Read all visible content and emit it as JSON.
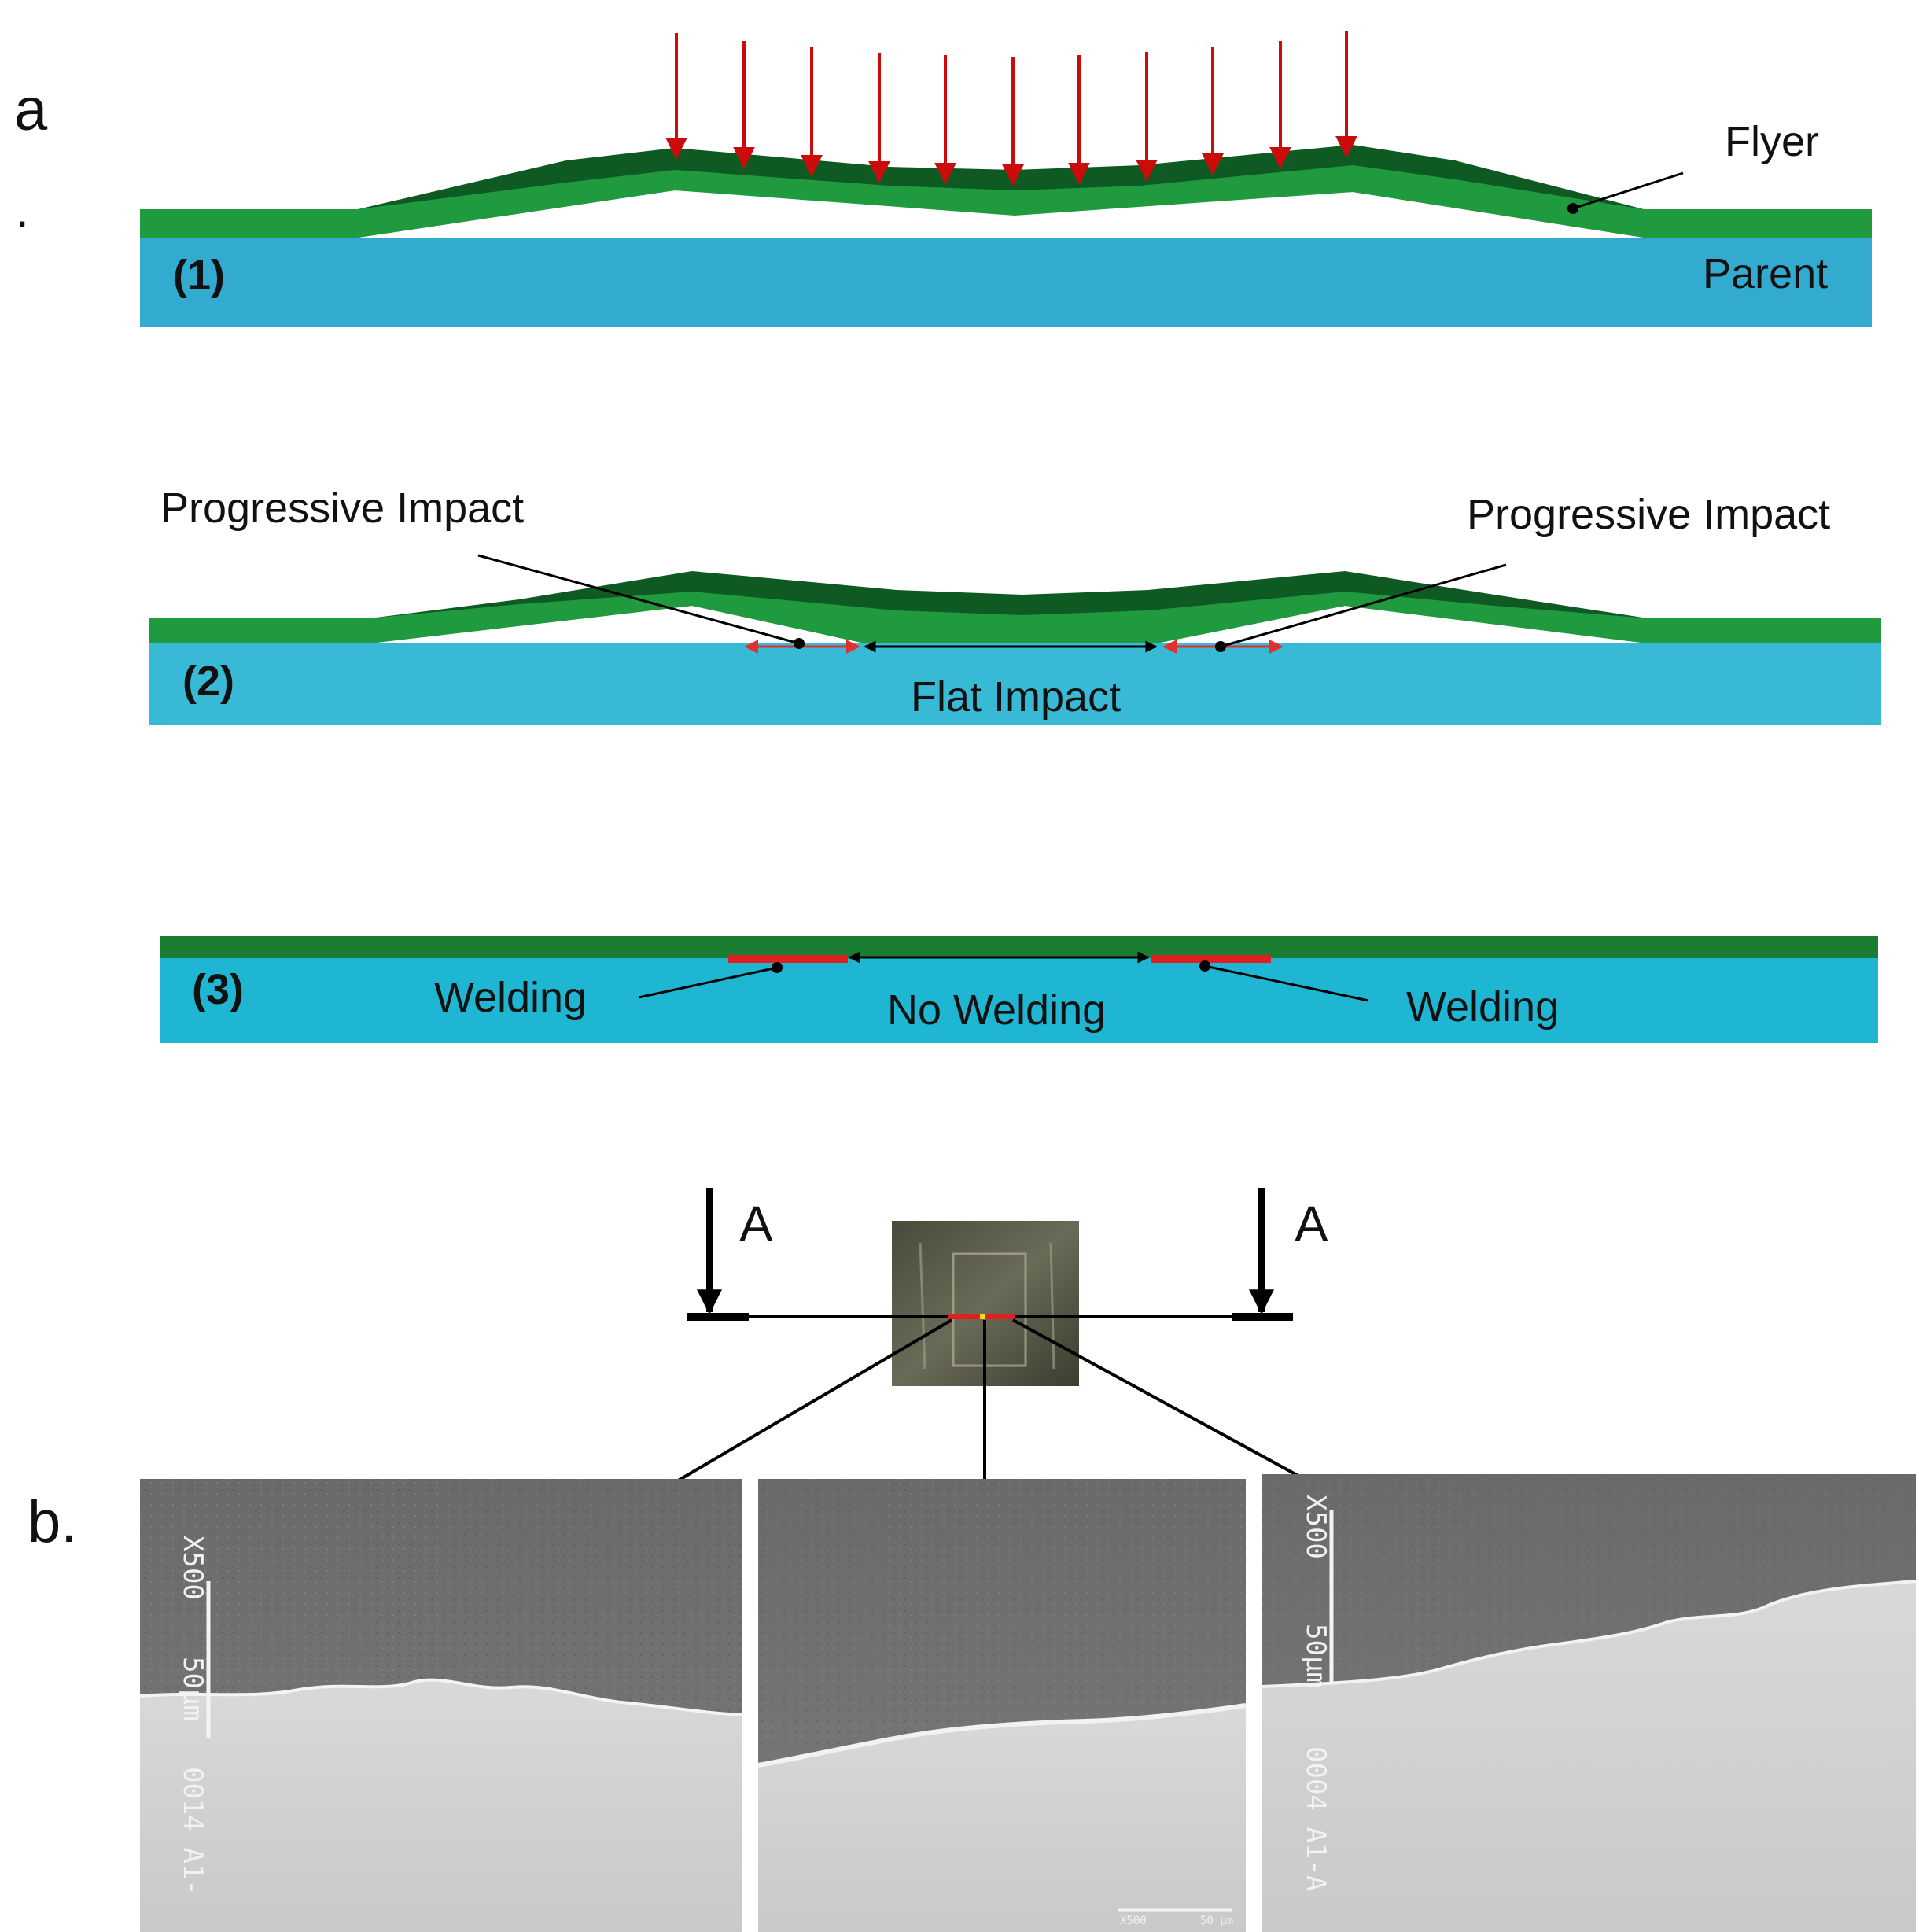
{
  "panel_a_label": "a",
  "panel_a_dot": ".",
  "panel_b_label": "b.",
  "step1": {
    "number": "(1)",
    "flyer": "Flyer",
    "parent": "Parent"
  },
  "step2": {
    "number": "(2)",
    "progressive_left": "Progressive Impact",
    "progressive_right": "Progressive Impact",
    "flat": "Flat Impact"
  },
  "step3": {
    "number": "(3)",
    "welding_left": "Welding",
    "no_welding": "No Welding",
    "welding_right": "Welding"
  },
  "section": {
    "marker_left": "A",
    "marker_right": "A"
  },
  "micrographs": {
    "left": {
      "mag": "X500",
      "scale": "50µm",
      "code": "0014 A1-"
    },
    "center": {
      "mag": "X500",
      "scale": "50 µm"
    },
    "right": {
      "mag": "X500",
      "scale": "50µm",
      "code": "0004 A1-A"
    }
  },
  "colors": {
    "flyer_light": "#1f9a3e",
    "flyer_dark": "#0f5a22",
    "parent_1": "#33aad0",
    "parent_2": "#38b9d6",
    "parent_3": "#1eb6d2",
    "impact_arrow": "#cc0b0b",
    "weld_zone": "#e02020"
  }
}
